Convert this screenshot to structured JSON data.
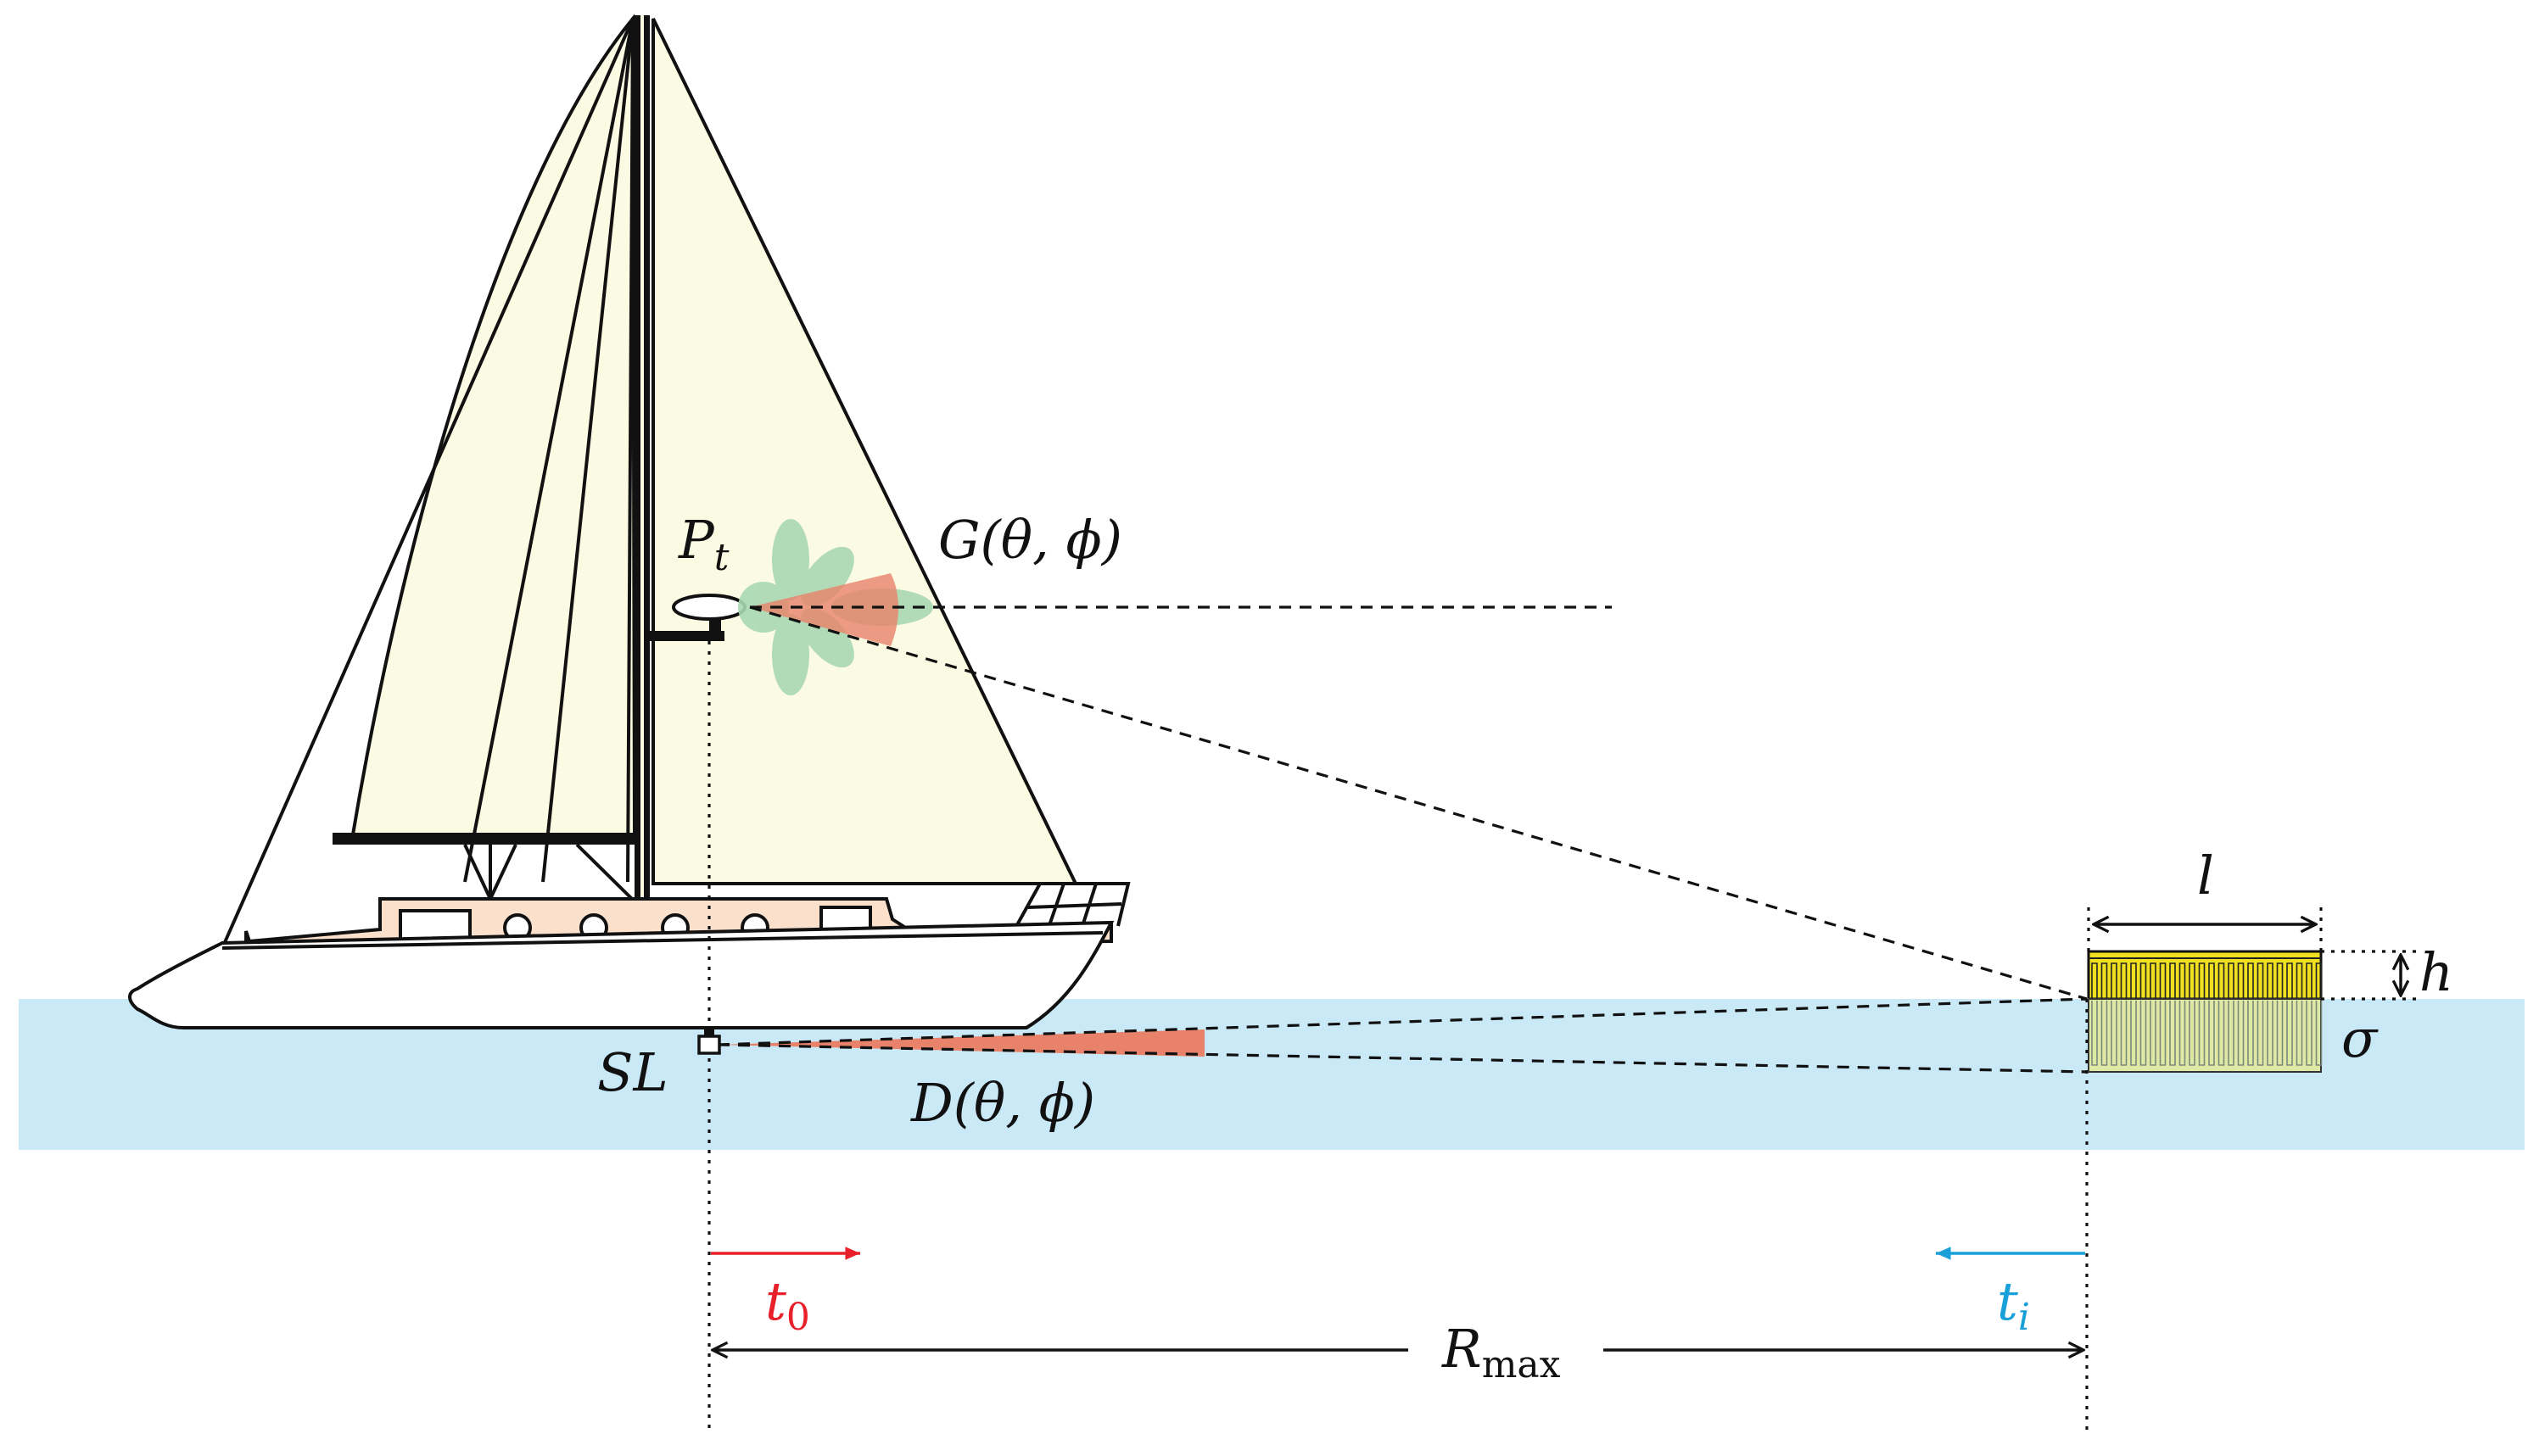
{
  "labels": {
    "pt_main": "P",
    "pt_sub": "t",
    "gain": "G(θ, ϕ)",
    "directivity": "D(θ, ϕ)",
    "source_level": "SL",
    "length": "l",
    "height": "h",
    "sigma": "σ",
    "t0_main": "t",
    "t0_sub": "0",
    "ti_main": "t",
    "ti_sub": "i",
    "rmax_main": "R",
    "rmax_sub": "max"
  },
  "colors": {
    "water": "#c9e9f7",
    "sail": "#fbfbe3",
    "cabin": "#fbe0cc",
    "beam": "#e8826a",
    "lobes": "#a8d8b2",
    "target_top": "#f0e020",
    "target_bottom": "#e0e8a6",
    "t0_arrow": "#e8202a",
    "ti_arrow": "#1aa0d8"
  }
}
